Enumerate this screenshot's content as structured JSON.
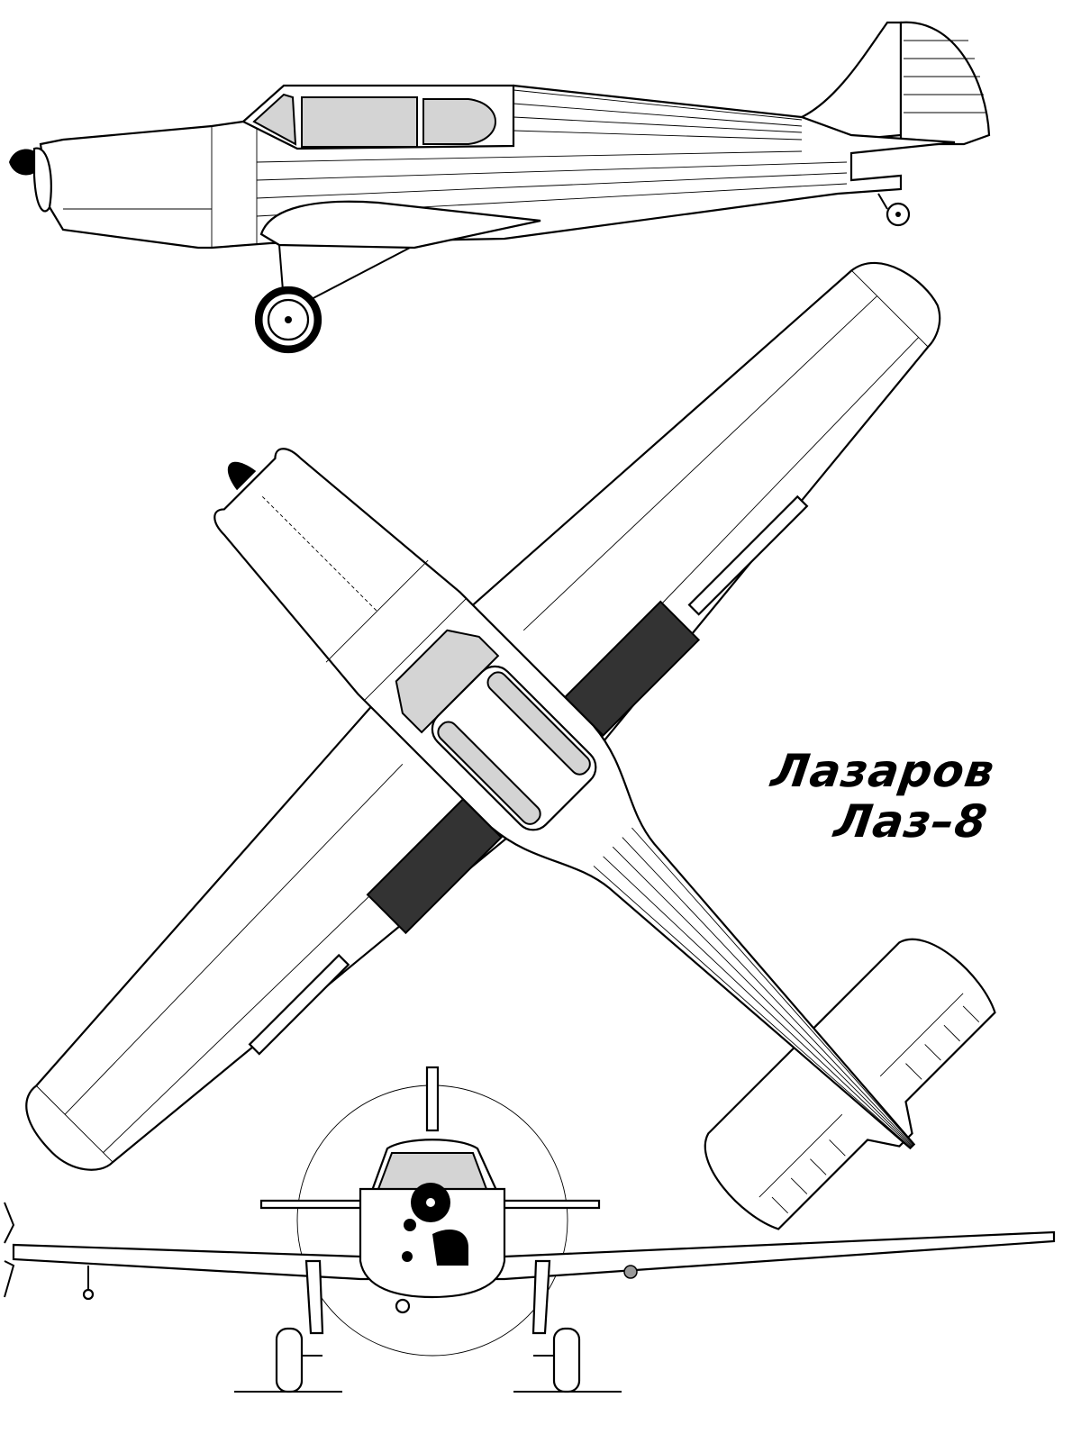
{
  "title": {
    "designer": "Лазаров",
    "model": "Лаз–8"
  },
  "views": [
    "side-view",
    "top-view",
    "front-view"
  ],
  "colors": {
    "line": "#000000",
    "glazing": "#d4d4d4",
    "background": "#ffffff"
  }
}
